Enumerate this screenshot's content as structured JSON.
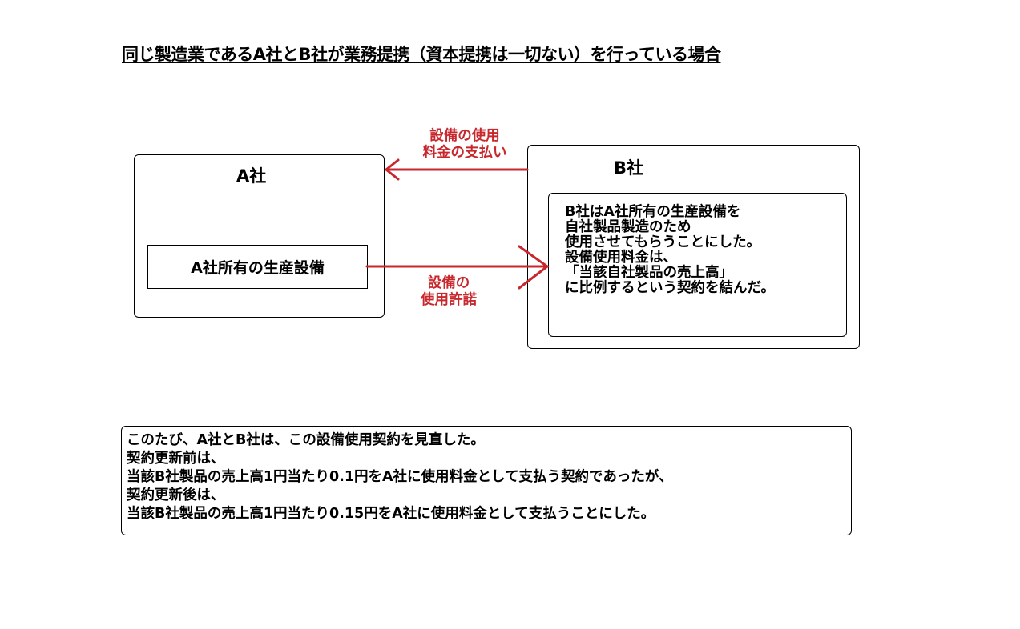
{
  "title": "同じ製造業であるA社とB社が業務提携（資本提携は一切ない）を行っている場合",
  "company_a": {
    "label": "A社",
    "equipment": "A社所有の生産設備"
  },
  "company_b": {
    "label": "B社",
    "description_lines": [
      "B社はA社所有の生産設備を",
      "自社製品製造のため",
      "使用させてもらうことにした。",
      "設備使用料金は、",
      "「当該自社製品の売上高」",
      "に比例するという契約を結んだ。"
    ]
  },
  "arrows": {
    "fee_payment": {
      "line1": "設備の使用",
      "line2": "料金の支払い"
    },
    "usage_license": {
      "line1": "設備の",
      "line2": "使用許諾"
    }
  },
  "note_lines": [
    "このたび、A社とB社は、この設備使用契約を見直した。",
    "契約更新前は、",
    "当該B社製品の売上高1円当たり0.1円をA社に使用料金として支払う契約であったが、",
    "契約更新後は、",
    "当該B社製品の売上高1円当たり0.15円をA社に使用料金として支払うことにした。"
  ],
  "colors": {
    "arrow": "#c8282d",
    "text": "#000000",
    "background": "#ffffff"
  }
}
